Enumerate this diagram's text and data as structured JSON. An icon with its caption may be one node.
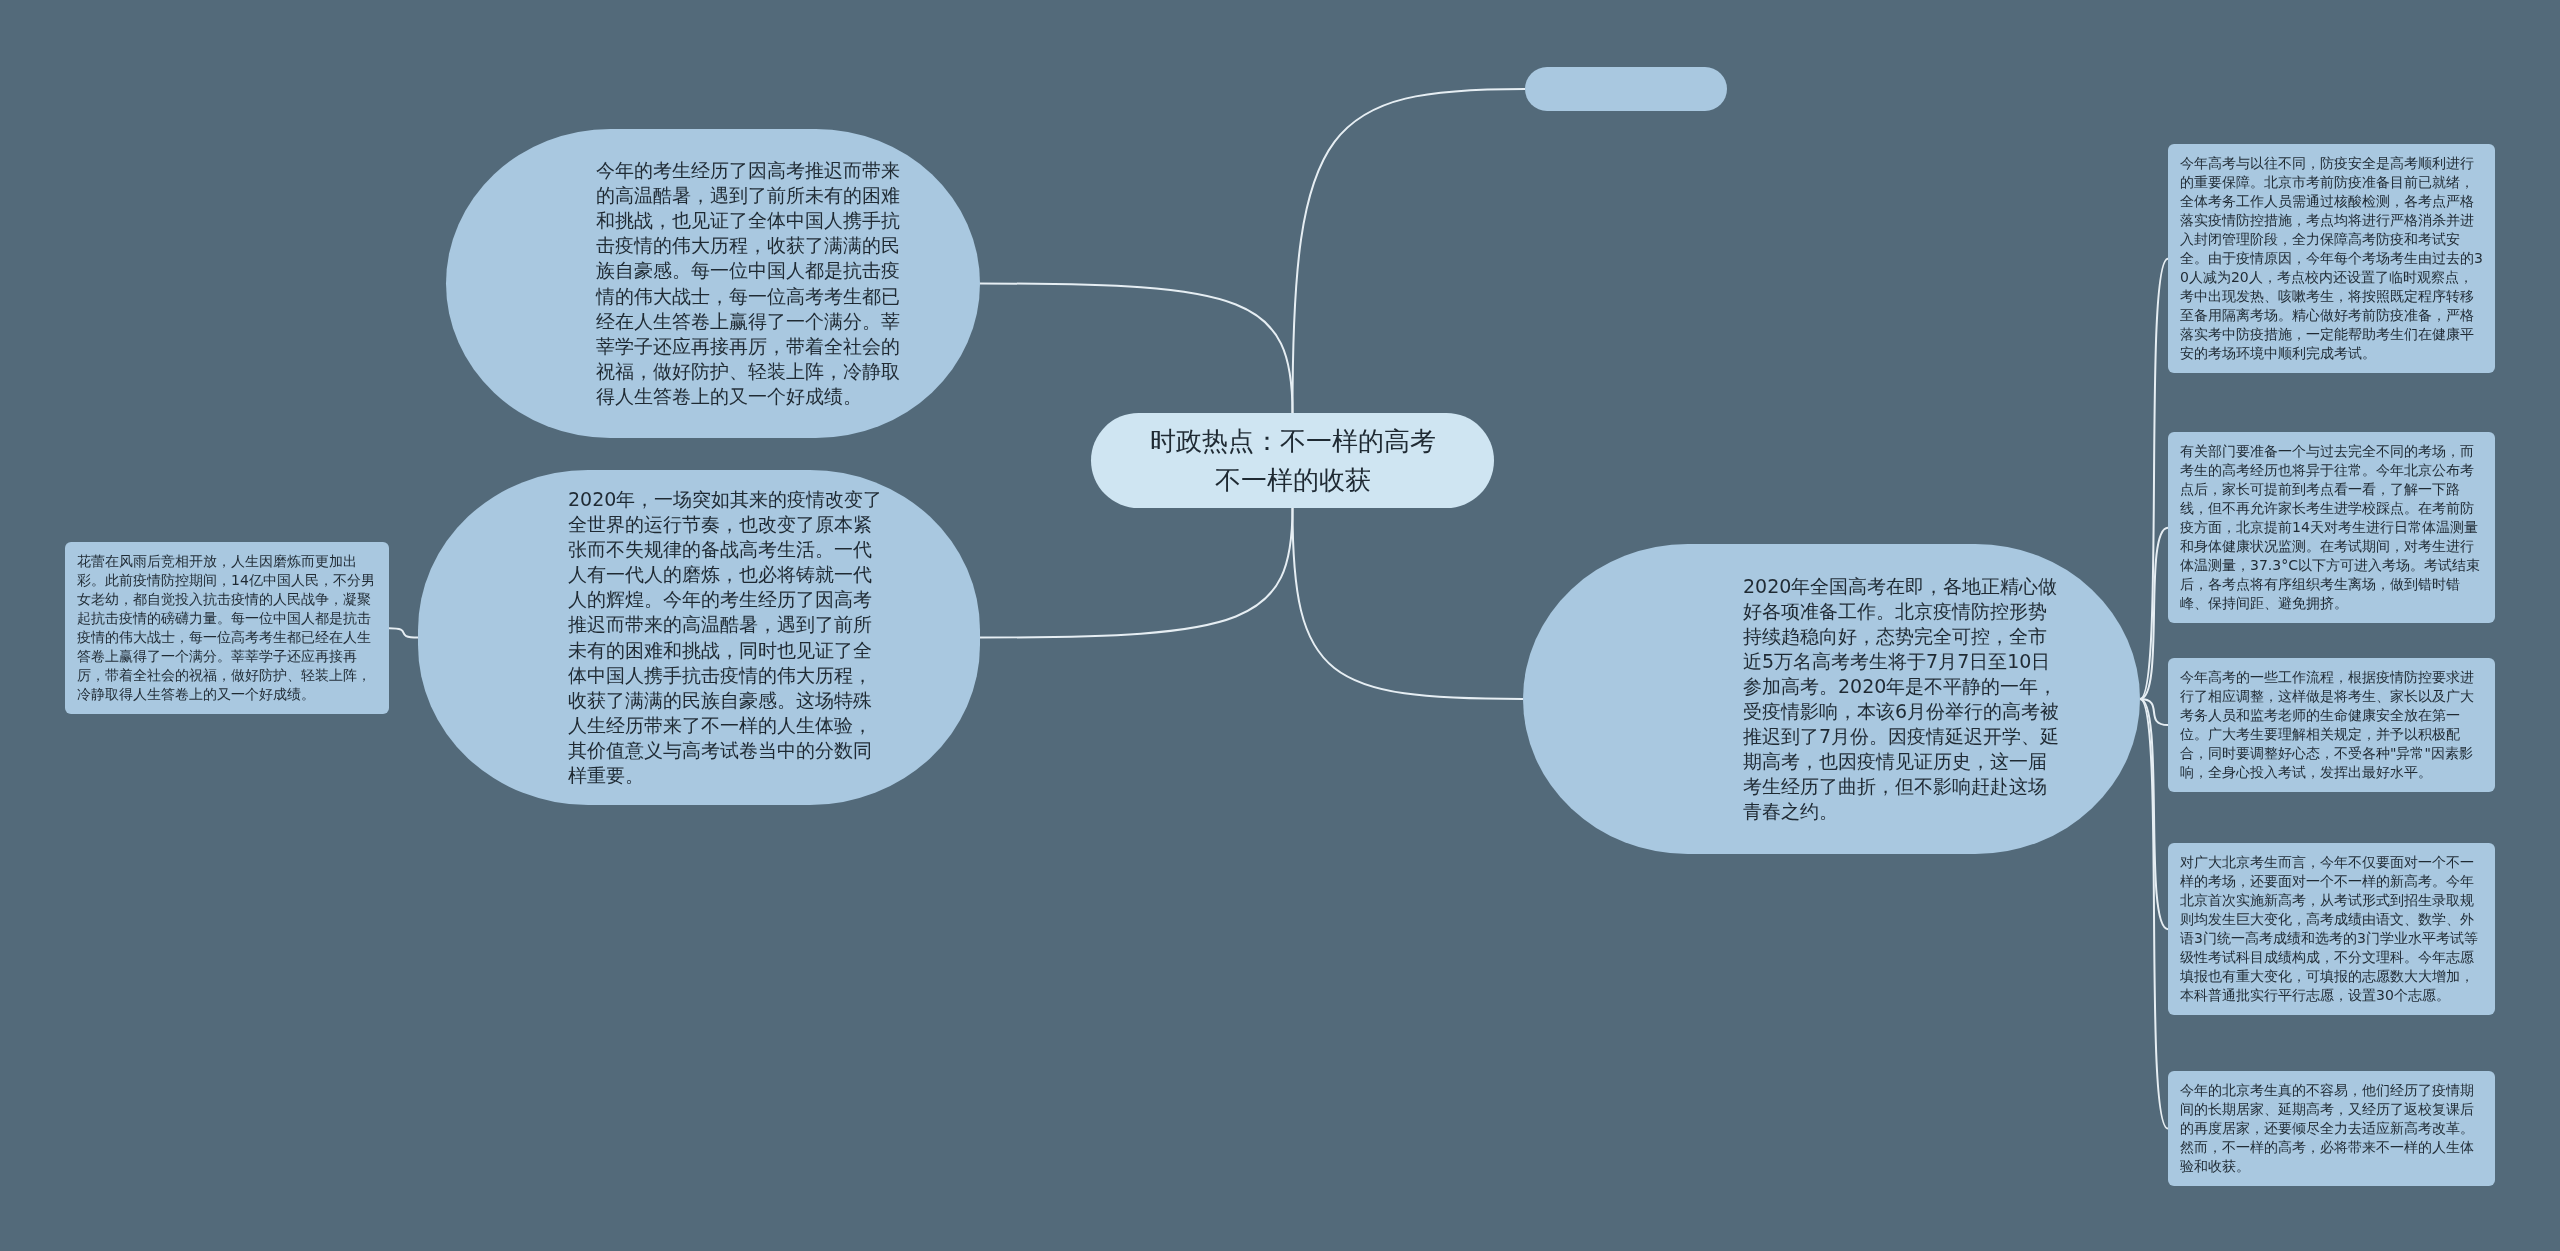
{
  "diagram": {
    "nodes": [
      {
        "text": [
          "时政热点：不一样的高考不一样的收获"
        ]
      },
      {
        "text": [],
        "shape": "box"
      },
      {
        "text": [
          "今年的考生经历了因高考推迟而带来的高温酷暑，遇到了前所未有的困难和挑战，也见证了全体中国人携手抗击疫情的伟大历程，收获了满满的民族自豪感。每一位中国人都是抗击疫情的伟大战士，每一位高考考生都已经在人生答卷上赢得了一个满分。莘莘学子还应再接再厉，带着全社会的祝福，做好防护、轻装上阵，冷静取得人生答卷上的又一个好成绩。"
        ]
      },
      {
        "text": [
          "2020年，一场突如其来的疫情改变了全世界的运行节奏，也改变了原本紧张而不失规律的备战高考生活。一代人有一代人的磨炼，也必将铸就一代人的辉煌。今年的考生经历了因高考推迟而带来的高温酷暑，遇到了前所未有的困难和挑战，同时也见证了全体中国人携手抗击疫情的伟大历程，收获了满满的民族自豪感。这场特殊人生经历带来了不一样的人生体验，其价值意义与高考试卷当中的分数同样重要。"
        ]
      },
      {
        "text": [
          "花蕾在风雨后竞相开放，人生因磨炼而更加出彩。此前疫情防控期间，14亿中国人民，不分男女老幼，都自觉投入抗击疫情的人民战争，凝聚起抗击疫情的磅礴力量。每一位中国人都是抗击疫情的伟大战士，每一位高考考生都已经在人生答卷上赢得了一个满分。莘莘学子还应再接再厉，带着全社会的祝福，做好防护、轻装上阵，冷静取得人生答卷上的又一个好成绩。"
        ]
      },
      {
        "text": [
          "2020年全国高考在即，各地正精心做好各项准备工作。北京疫情防控形势持续趋稳向好，态势完全可控，全市近5万名高考考生将于7月7日至10日参加高考。2020年是不平静的一年，受疫情影响，本该6月份举行的高考被推迟到了7月份。因疫情延迟开学、延期高考，也因疫情见证历史，这一届考生经历了曲折，但不影响赶赴这场青春之约。"
        ]
      },
      {
        "text": [
          "今年高考与以往不同，防疫安全是高考顺利进行的重要保障。北京市考前防疫准备目前已就绪，全体考务工作人员需通过核酸检测，各考点严格落实疫情防控措施，考点均将进行严格消杀并进入封闭管理阶段，全力保障高考防疫和考试安全。由于疫情原因，今年每个考场考生由过去的30人减为20人，考点校内还设置了临时观察点，考中出现发热、咳嗽考生，将按照既定程序转移至备用隔离考场。精心做好考前防疫准备，严格落实考中防疫措施，一定能帮助考生们在健康平安的考场环境中顺利完成考试。"
        ]
      },
      {
        "text": [
          "有关部门要准备一个与过去完全不同的考场，而考生的高考经历也将异于往常。今年北京公布考点后，家长可提前到考点看一看，了解一下路线，但不再允许家长考生进学校踩点。在考前防疫方面，北京提前14天对考生进行日常体温测量和身体健康状况监测。在考试期间，对考生进行体温测量，37.3°C以下方可进入考场。考试结束后，各考点将有序组织考生离场，做到错时错峰、保持间距、避免拥挤。"
        ]
      },
      {
        "text": [
          "今年高考的一些工作流程，根据疫情防控要求进行了相应调整，这样做是将考生、家长以及广大考务人员和监考老师的生命健康安全放在第一位。广大考生要理解相关规定，并予以积极配合，同时要调整好心态，不受各种\"异常\"因素影响，全身心投入考试，发挥出最好水平。"
        ]
      },
      {
        "text": [
          "对广大北京考生而言，今年不仅要面对一个不一样的考场，还要面对一个不一样的新高考。今年北京首次实施新高考，从考试形式到招生录取规则均发生巨大变化，高考成绩由语文、数学、外语3门统一高考成绩和选考的3门学业水平考试等级性考试科目成绩构成，不分文理科。今年志愿填报也有重大变化，可填报的志愿数大大增加，本科普通批实行平行志愿，设置30个志愿。"
        ]
      },
      {
        "text": [
          "今年的北京考生真的不容易，他们经历了疫情期间的长期居家、延期高考，又经历了返校复课后的再度居家，还要倾尽全力去适应新高考改革。然而，不一样的高考，必将带来不一样的人生体验和收获。"
        ]
      }
    ],
    "edges": [
      {
        "from": 0,
        "to": 1,
        "arrow": "none"
      },
      {
        "from": 0,
        "to": 2,
        "arrow": "none"
      },
      {
        "from": 0,
        "to": 3,
        "arrow": "none"
      },
      {
        "from": 3,
        "to": 4,
        "arrow": "none"
      },
      {
        "from": 0,
        "to": 5,
        "arrow": "none"
      },
      {
        "from": 5,
        "to": 6,
        "arrow": "none"
      },
      {
        "from": 5,
        "to": 7,
        "arrow": "none"
      },
      {
        "from": 5,
        "to": 8,
        "arrow": "none"
      },
      {
        "from": 5,
        "to": 9,
        "arrow": "none"
      },
      {
        "from": 5,
        "to": 10,
        "arrow": "none"
      }
    ]
  }
}
